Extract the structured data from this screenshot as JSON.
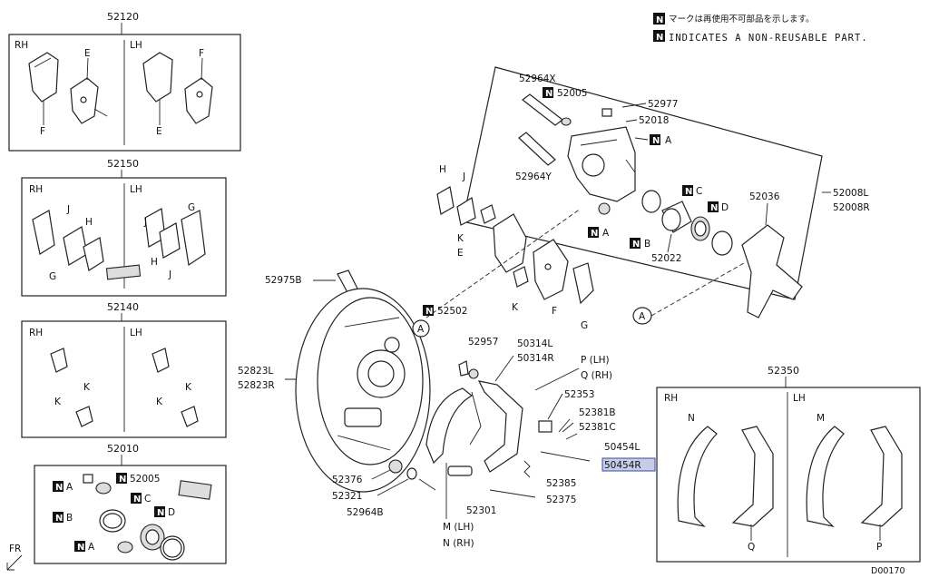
{
  "notes": {
    "jp": "マークは再使用不可部品を示します。",
    "en": "INDICATES A NON-REUSABLE PART.",
    "mark": "N"
  },
  "sets": {
    "pads": {
      "number": "52120",
      "rh": "RH",
      "lh": "LH"
    },
    "shims": {
      "number": "52150",
      "rh": "RH",
      "lh": "LH"
    },
    "clips": {
      "number": "52140",
      "rh": "RH",
      "lh": "LH"
    },
    "seal_kit": {
      "number": "52010"
    },
    "shoes": {
      "number": "52350",
      "rh": "RH",
      "lh": "LH"
    }
  },
  "letters": {
    "A": "A",
    "B": "B",
    "C": "C",
    "D": "D",
    "E": "E",
    "F": "F",
    "G": "G",
    "H": "H",
    "J": "J",
    "K": "K",
    "M": "M",
    "N": "N",
    "P": "P",
    "Q": "Q"
  },
  "parts": {
    "p52964X": "52964X",
    "p52005": "52005",
    "p52977": "52977",
    "p52018": "52018",
    "p52964Y": "52964Y",
    "p52036": "52036",
    "p52008L": "52008L",
    "p52008R": "52008R",
    "p52022": "52022",
    "p52975B": "52975B",
    "p52502": "52502",
    "p52823L": "52823L",
    "p52823R": "52823R",
    "p52957": "52957",
    "p50314L": "50314L",
    "p50314R": "50314R",
    "pLH": "P (LH)",
    "qRH": "Q (RH)",
    "p52353": "52353",
    "p52381B": "52381B",
    "p52381C": "52381C",
    "p50454L": "50454L",
    "p50454R": "50454R",
    "p52385": "52385",
    "p52375": "52375",
    "p52301": "52301",
    "p52376": "52376",
    "p52321": "52321",
    "p52964B": "52964B",
    "mLH": "M (LH)",
    "nRH": "N (RH)"
  },
  "corner": {
    "fr": "FR",
    "code": "D00170"
  },
  "colors": {
    "highlight": "#c7cde9",
    "ink": "#111111"
  }
}
